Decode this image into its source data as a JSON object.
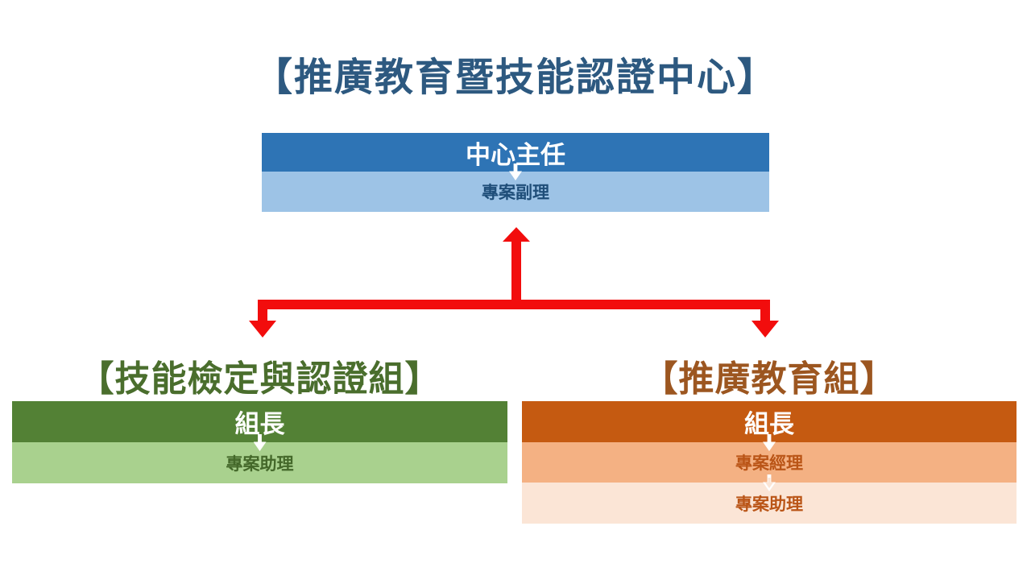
{
  "title": {
    "text": "【推廣教育暨技能認證中心】",
    "color": "#2D5980"
  },
  "connector": {
    "color": "#F20D0D"
  },
  "center_unit": {
    "roles": [
      {
        "label": "中心主任",
        "bg": "#2E74B5",
        "text_color": "#FFFFFF"
      },
      {
        "label": "專案副理",
        "bg": "#9DC3E6",
        "text_color": "#1F4E79"
      }
    ]
  },
  "left_unit": {
    "heading": {
      "text": "【技能檢定與認證組】",
      "color": "#4A6E2D"
    },
    "roles": [
      {
        "label": "組長",
        "bg": "#538135",
        "text_color": "#FFFFFF"
      },
      {
        "label": "專案助理",
        "bg": "#A9D18E",
        "text_color": "#44682A"
      }
    ]
  },
  "right_unit": {
    "heading": {
      "text": "【推廣教育組】",
      "color": "#9C5620"
    },
    "roles": [
      {
        "label": "組長",
        "bg": "#C55A11",
        "text_color": "#FFFFFF"
      },
      {
        "label": "專案經理",
        "bg": "#F4B183",
        "text_color": "#BA5517"
      },
      {
        "label": "專案助理",
        "bg": "#FBE5D6",
        "text_color": "#BA5517"
      }
    ]
  }
}
